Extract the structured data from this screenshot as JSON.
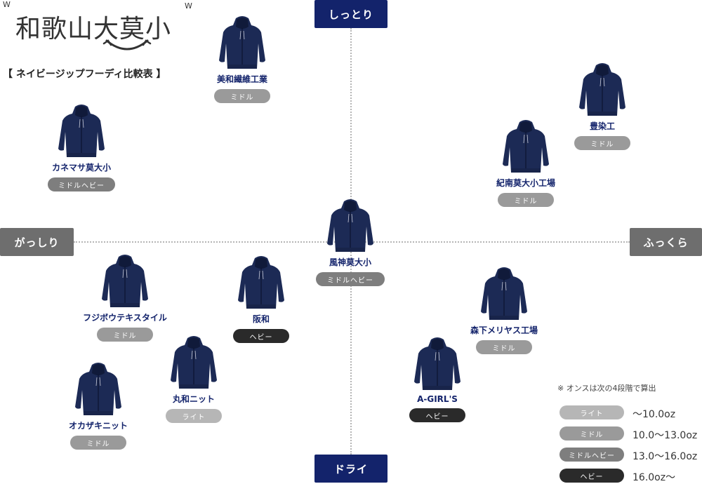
{
  "logo": {
    "text": "和歌山大莫小",
    "w_left": "W",
    "w_right": "W"
  },
  "subtitle": "【 ネイビージップフーディ比較表 】",
  "axes": {
    "top": "しっとり",
    "bottom": "ドライ",
    "left": "がっしり",
    "right": "ふっくら"
  },
  "items": [
    {
      "name": "美和繊維工業",
      "weight": "ミドル"
    },
    {
      "name": "カネマサ莫大小",
      "weight": "ミドルヘビー"
    },
    {
      "name": "豊染工",
      "weight": "ミドル"
    },
    {
      "name": "紀南莫大小工場",
      "weight": "ミドル"
    },
    {
      "name": "風神莫大小",
      "weight": "ミドルヘビー"
    },
    {
      "name": "フジボウテキスタイル",
      "weight": "ミドル"
    },
    {
      "name": "阪和",
      "weight": "ヘビー"
    },
    {
      "name": "森下メリヤス工場",
      "weight": "ミドル"
    },
    {
      "name": "丸和ニット",
      "weight": "ライト"
    },
    {
      "name": "A-GIRL'S",
      "weight": "ヘビー"
    },
    {
      "name": "オカザキニット",
      "weight": "ミドル"
    }
  ],
  "legend": {
    "note": "※ オンスは次の4段階で算出",
    "rows": [
      {
        "label": "ライト",
        "range": "〜10.0oz",
        "color": "#b6b6b6"
      },
      {
        "label": "ミドル",
        "range": "10.0〜13.0oz",
        "color": "#9a9a9a"
      },
      {
        "label": "ミドルヘビー",
        "range": "13.0〜16.0oz",
        "color": "#7e7e7e"
      },
      {
        "label": "ヘビー",
        "range": "16.0oz〜",
        "color": "#2a2a2a"
      }
    ]
  },
  "colors": {
    "navy": "#13236b",
    "axis_gray": "#6e6e6e",
    "hoodie": "#1c2a55"
  }
}
